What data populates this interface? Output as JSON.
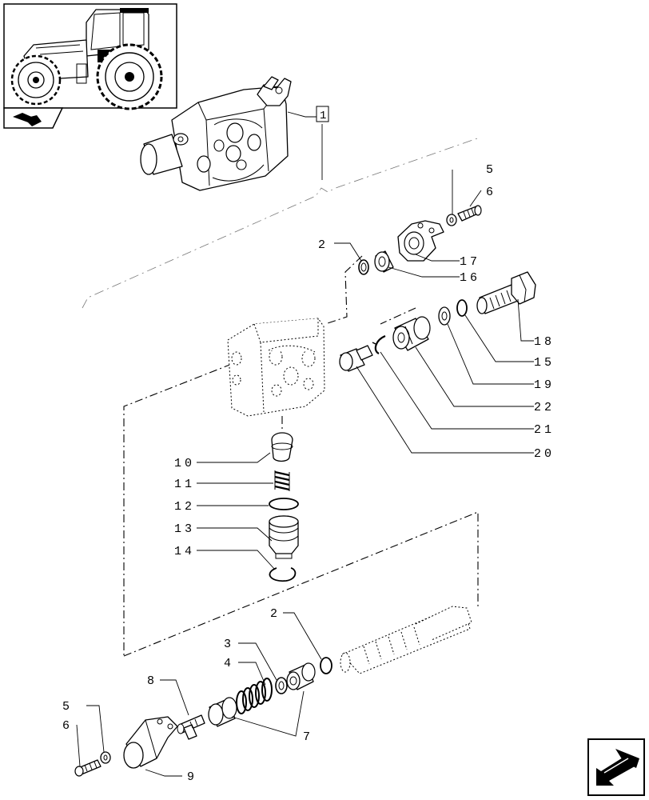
{
  "frame_label": "1",
  "part_labels": [
    {
      "id": "lbl-5-top",
      "text": "5"
    },
    {
      "id": "lbl-6-top",
      "text": "6"
    },
    {
      "id": "lbl-2-top",
      "text": "2"
    },
    {
      "id": "lbl-17",
      "text": "17"
    },
    {
      "id": "lbl-16",
      "text": "16"
    },
    {
      "id": "lbl-18",
      "text": "18"
    },
    {
      "id": "lbl-15",
      "text": "15"
    },
    {
      "id": "lbl-19",
      "text": "19"
    },
    {
      "id": "lbl-22",
      "text": "22"
    },
    {
      "id": "lbl-21",
      "text": "21"
    },
    {
      "id": "lbl-20",
      "text": "20"
    },
    {
      "id": "lbl-10",
      "text": "10"
    },
    {
      "id": "lbl-11",
      "text": "11"
    },
    {
      "id": "lbl-12",
      "text": "12"
    },
    {
      "id": "lbl-13",
      "text": "13"
    },
    {
      "id": "lbl-14",
      "text": "14"
    },
    {
      "id": "lbl-2-bottom",
      "text": "2"
    },
    {
      "id": "lbl-3",
      "text": "3"
    },
    {
      "id": "lbl-4",
      "text": "4"
    },
    {
      "id": "lbl-8",
      "text": "8"
    },
    {
      "id": "lbl-7",
      "text": "7"
    },
    {
      "id": "lbl-5-bottom",
      "text": "5"
    },
    {
      "id": "lbl-6-bottom",
      "text": "6"
    },
    {
      "id": "lbl-9",
      "text": "9"
    }
  ],
  "icons": {
    "thumbnail": "tractor-thumbnail-icon",
    "tab": "tractor-tab-icon",
    "nav": "navigation-arrow-icon"
  }
}
